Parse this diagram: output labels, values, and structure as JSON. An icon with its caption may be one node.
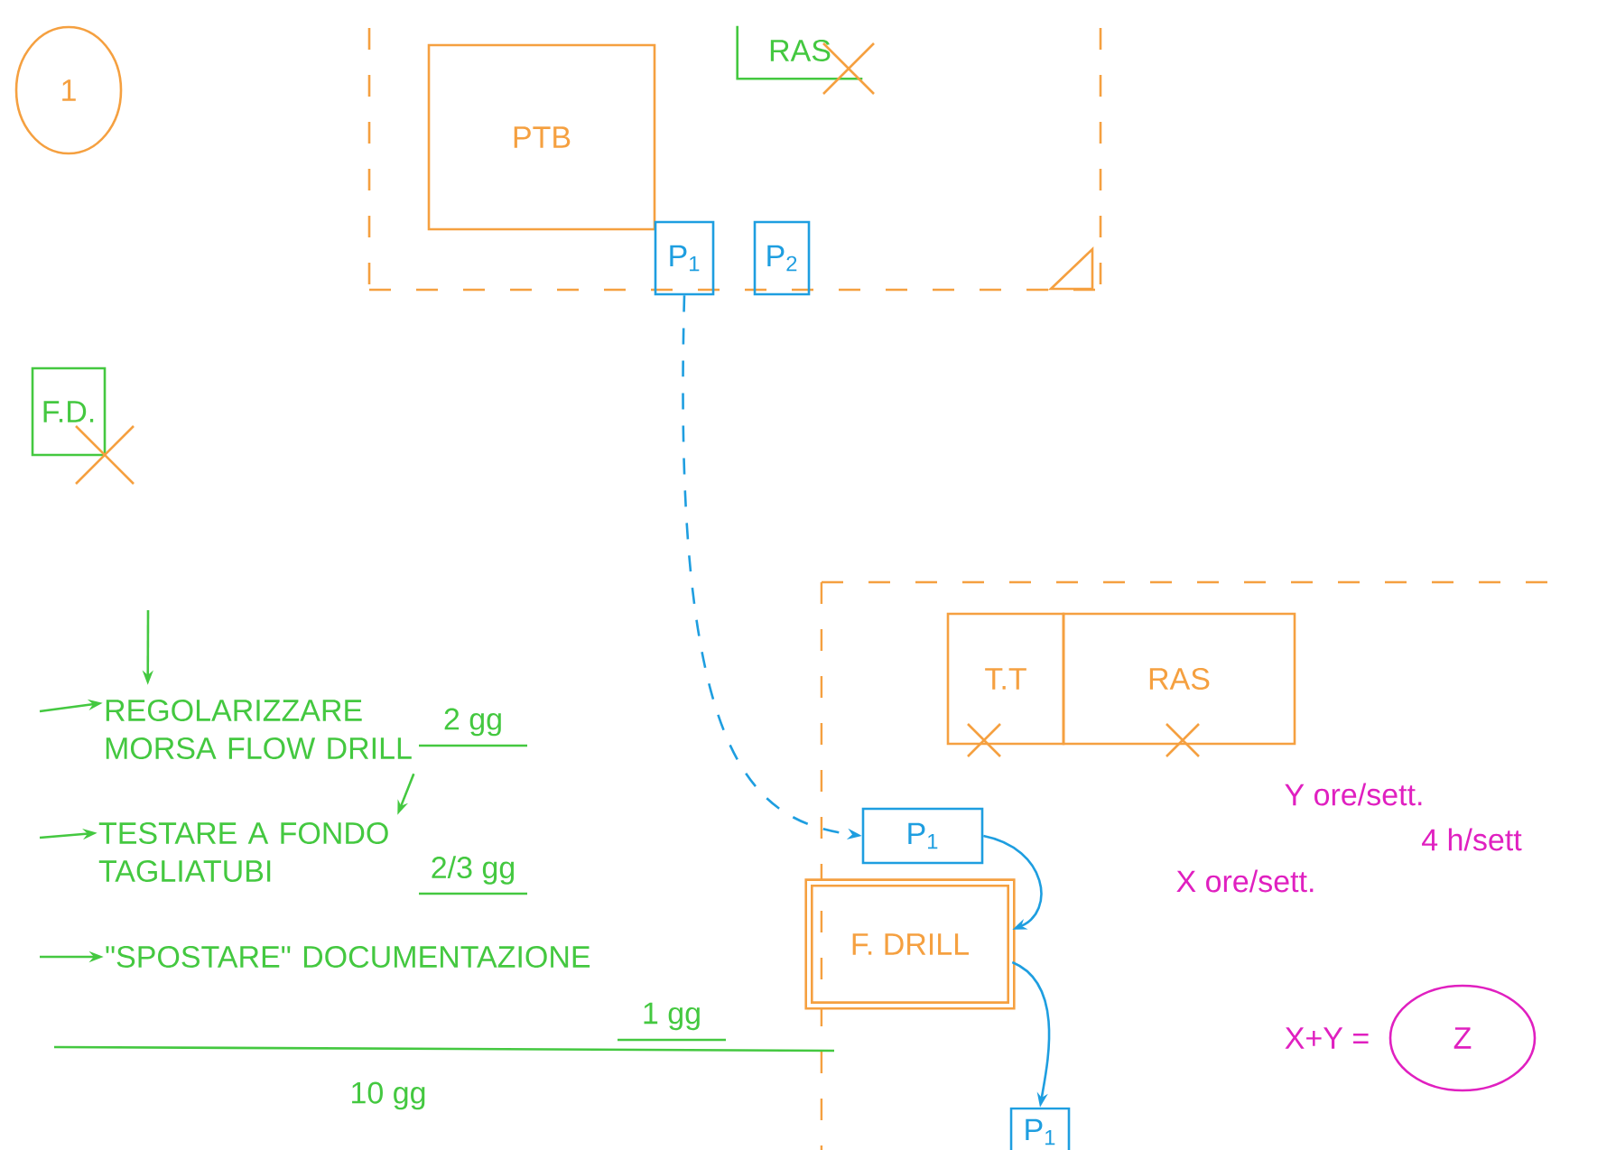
{
  "diagram": {
    "nodes": [
      {
        "text": [],
        "shape": "box"
      },
      {
        "text": [
          "PTB"
        ],
        "in": 0
      },
      {
        "text": [
          "RAS"
        ],
        "in": 0
      },
      {
        "text": [
          "P$_{1}$"
        ],
        "in": 0
      },
      {
        "text": [
          "P$_{2}$"
        ],
        "in": 0
      },
      {
        "text": [
          "F.D."
        ]
      },
      {
        "text": [],
        "shape": "box"
      },
      {
        "text": [
          "T.T"
        ],
        "in": 6
      },
      {
        "text": [
          "RAS"
        ],
        "in": 6
      },
      {
        "text": [
          "P$_{1}$"
        ],
        "in": 6
      },
      {
        "text": [
          "F. DRILL"
        ],
        "in": 6
      },
      {
        "text": [
          "P$_{1}$"
        ],
        "in": 6
      },
      {
        "text": [
          "1"
        ]
      },
      {
        "text": [
          "Z"
        ],
        "in": 6,
        "beside": [
          "X+Y ="
        ]
      },
      {
        "text": [
          "REGOLARIZZARE MORSA FLOW DRILL"
        ],
        "beside": [
          "2 gg"
        ]
      },
      {
        "text": [
          "TESTARE A FONDO TAGLIATUBI"
        ],
        "beside": [
          "2/3 gg"
        ]
      },
      {
        "text": [
          "\"SPOSTARE\" DOCUMENTAZIONE"
        ],
        "beside": [
          "1 gg"
        ]
      }
    ],
    "edges": [
      {
        "from": 3,
        "to": 9,
        "arrow": "to",
        "style": "dashed",
        "color": "#1e9ee0"
      },
      {
        "from": 9,
        "to": 10,
        "arrow": "to",
        "color": "#1e9ee0"
      },
      {
        "from": 10,
        "to": 11,
        "arrow": "to",
        "color": "#1e9ee0"
      },
      {
        "from": null,
        "to": 14,
        "arrow": "to",
        "color": "#44c840"
      },
      {
        "from": null,
        "to": 14,
        "arrow": "to",
        "color": "#44c840"
      },
      {
        "from": null,
        "to": 15,
        "arrow": "to",
        "color": "#44c840"
      },
      {
        "from": null,
        "to": 16,
        "arrow": "to",
        "color": "#44c840"
      },
      {
        "from": 14,
        "to": 15,
        "arrow": "to",
        "color": "#44c840"
      }
    ],
    "labels": [
      "10 gg",
      "Y ore/sett.",
      "4 h/sett",
      "X ore/sett."
    ]
  }
}
